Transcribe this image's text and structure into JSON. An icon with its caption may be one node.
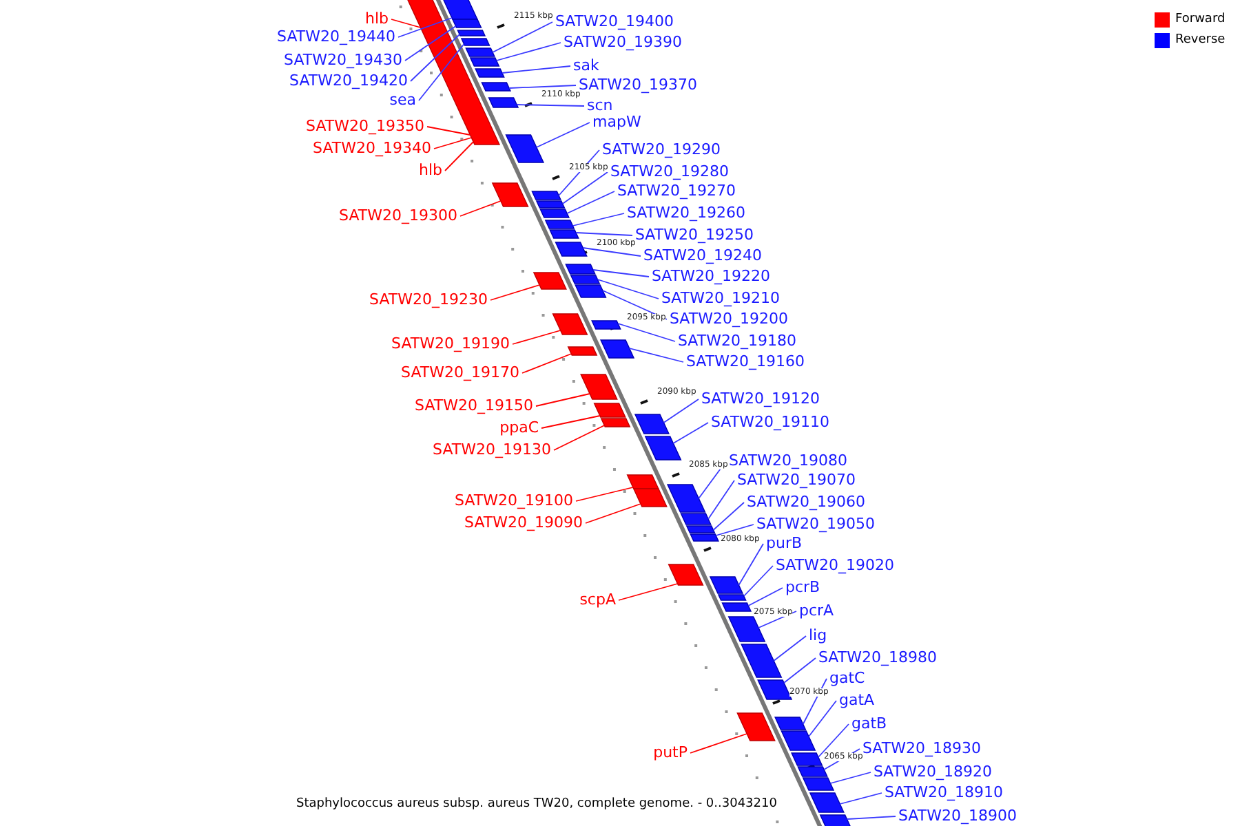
{
  "diagram": {
    "caption": "Staphylococcus aureus subsp. aureus TW20, complete genome. - 0..3043210",
    "nodes": [
      {
        "text": [
          "hlb"
        ]
      },
      {
        "text": [
          "SATW20_19440"
        ]
      },
      {
        "text": [
          "SATW20_19430"
        ]
      },
      {
        "text": [
          "SATW20_19420"
        ]
      },
      {
        "text": [
          "sea"
        ]
      },
      {
        "text": [
          "SATW20_19350"
        ]
      },
      {
        "text": [
          "SATW20_19340"
        ]
      },
      {
        "text": [
          "hlb"
        ]
      },
      {
        "text": [
          "SATW20_19300"
        ]
      },
      {
        "text": [
          "SATW20_19230"
        ]
      },
      {
        "text": [
          "SATW20_19190"
        ]
      },
      {
        "text": [
          "SATW20_19170"
        ]
      },
      {
        "text": [
          "SATW20_19150"
        ]
      },
      {
        "text": [
          "ppaC"
        ]
      },
      {
        "text": [
          "SATW20_19130"
        ]
      },
      {
        "text": [
          "SATW20_19100"
        ]
      },
      {
        "text": [
          "SATW20_19090"
        ]
      },
      {
        "text": [
          "scpA"
        ]
      },
      {
        "text": [
          "putP"
        ]
      },
      {
        "text": [
          "SATW20_19400"
        ]
      },
      {
        "text": [
          "SATW20_19390"
        ]
      },
      {
        "text": [
          "sak"
        ]
      },
      {
        "text": [
          "SATW20_19370"
        ]
      },
      {
        "text": [
          "scn"
        ]
      },
      {
        "text": [
          "mapW"
        ]
      },
      {
        "text": [
          "SATW20_19290"
        ]
      },
      {
        "text": [
          "SATW20_19280"
        ]
      },
      {
        "text": [
          "SATW20_19270"
        ]
      },
      {
        "text": [
          "SATW20_19260"
        ]
      },
      {
        "text": [
          "SATW20_19250"
        ]
      },
      {
        "text": [
          "SATW20_19240"
        ]
      },
      {
        "text": [
          "SATW20_19220"
        ]
      },
      {
        "text": [
          "SATW20_19210"
        ]
      },
      {
        "text": [
          "SATW20_19200"
        ]
      },
      {
        "text": [
          "SATW20_19180"
        ]
      },
      {
        "text": [
          "SATW20_19160"
        ]
      },
      {
        "text": [
          "SATW20_19120"
        ]
      },
      {
        "text": [
          "SATW20_19110"
        ]
      },
      {
        "text": [
          "SATW20_19080"
        ]
      },
      {
        "text": [
          "SATW20_19070"
        ]
      },
      {
        "text": [
          "SATW20_19060"
        ]
      },
      {
        "text": [
          "SATW20_19050"
        ]
      },
      {
        "text": [
          "purB"
        ]
      },
      {
        "text": [
          "SATW20_19020"
        ]
      },
      {
        "text": [
          "pcrB"
        ]
      },
      {
        "text": [
          "pcrA"
        ]
      },
      {
        "text": [
          "lig"
        ]
      },
      {
        "text": [
          "SATW20_18980"
        ]
      },
      {
        "text": [
          "gatC"
        ]
      },
      {
        "text": [
          "gatA"
        ]
      },
      {
        "text": [
          "gatB"
        ]
      },
      {
        "text": [
          "SATW20_18930"
        ]
      },
      {
        "text": [
          "SATW20_18920"
        ]
      },
      {
        "text": [
          "SATW20_18910"
        ]
      },
      {
        "text": [
          "SATW20_18900"
        ]
      },
      {
        "text": [],
        "shape": "box"
      },
      {
        "text": [],
        "shape": "box"
      },
      {
        "text": [],
        "shape": "box"
      },
      {
        "text": [],
        "shape": "box"
      },
      {
        "text": [],
        "shape": "box"
      },
      {
        "text": [],
        "shape": "box"
      },
      {
        "text": [],
        "shape": "box"
      },
      {
        "text": [],
        "shape": "box"
      },
      {
        "text": [],
        "shape": "box"
      },
      {
        "text": [],
        "shape": "box"
      },
      {
        "text": [],
        "shape": "box"
      },
      {
        "text": [],
        "shape": "box"
      },
      {
        "text": [],
        "shape": "box"
      },
      {
        "text": [],
        "shape": "box"
      },
      {
        "text": [],
        "shape": "box"
      },
      {
        "text": [],
        "shape": "box"
      },
      {
        "text": [],
        "shape": "box"
      },
      {
        "text": [],
        "shape": "box"
      },
      {
        "text": [],
        "shape": "box"
      },
      {
        "text": [],
        "shape": "box"
      },
      {
        "text": [],
        "shape": "box"
      },
      {
        "text": [],
        "shape": "box"
      },
      {
        "text": [],
        "shape": "box"
      },
      {
        "text": [],
        "shape": "box"
      },
      {
        "text": [],
        "shape": "box"
      },
      {
        "text": [],
        "shape": "box"
      },
      {
        "text": [],
        "shape": "box"
      },
      {
        "text": [],
        "shape": "box"
      },
      {
        "text": [],
        "shape": "box"
      },
      {
        "text": [],
        "shape": "box"
      },
      {
        "text": [],
        "shape": "box"
      },
      {
        "text": [],
        "shape": "box"
      },
      {
        "text": [],
        "shape": "box"
      },
      {
        "text": [],
        "shape": "box"
      },
      {
        "text": [],
        "shape": "box"
      },
      {
        "text": [],
        "shape": "box"
      },
      {
        "text": [],
        "shape": "box"
      },
      {
        "text": [],
        "shape": "box"
      },
      {
        "text": [],
        "shape": "box"
      },
      {
        "text": [],
        "shape": "box"
      },
      {
        "text": [],
        "shape": "box"
      },
      {
        "text": [],
        "shape": "box"
      },
      {
        "text": [],
        "shape": "box"
      },
      {
        "text": [],
        "shape": "box"
      },
      {
        "text": [],
        "shape": "box"
      },
      {
        "text": [],
        "shape": "box"
      },
      {
        "text": [],
        "shape": "box"
      },
      {
        "text": [],
        "shape": "box"
      },
      {
        "text": [],
        "shape": "box"
      },
      {
        "text": [],
        "shape": "box"
      },
      {
        "text": [],
        "shape": "box"
      },
      {
        "text": [],
        "shape": "box"
      }
    ],
    "edges": [
      {
        "from": 0,
        "to": 91,
        "arrow": "none",
        "color": "#ff0000"
      },
      {
        "from": 1,
        "to": 103,
        "arrow": "none"
      },
      {
        "from": 2,
        "to": 104,
        "arrow": "none"
      },
      {
        "from": 3,
        "to": 105,
        "arrow": "none"
      },
      {
        "from": 4,
        "to": 106,
        "arrow": "none"
      },
      {
        "from": 5,
        "to": 91,
        "arrow": "none",
        "color": "#ff0000"
      },
      {
        "from": 6,
        "to": 91,
        "arrow": "none",
        "color": "#ff0000"
      },
      {
        "from": 7,
        "to": 91,
        "arrow": "none",
        "color": "#ff0000"
      },
      {
        "from": 8,
        "to": 92,
        "arrow": "none",
        "color": "#ff0000"
      },
      {
        "from": 9,
        "to": 93,
        "arrow": "none",
        "color": "#ff0000"
      },
      {
        "from": 10,
        "to": 94,
        "arrow": "none",
        "color": "#ff0000"
      },
      {
        "from": 11,
        "to": 95,
        "arrow": "none",
        "color": "#ff0000"
      },
      {
        "from": 12,
        "to": 96,
        "arrow": "none",
        "color": "#ff0000"
      },
      {
        "from": 13,
        "to": 97,
        "arrow": "none",
        "color": "#ff0000"
      },
      {
        "from": 14,
        "to": 98,
        "arrow": "none",
        "color": "#ff0000"
      },
      {
        "from": 15,
        "to": 99,
        "arrow": "none",
        "color": "#ff0000"
      },
      {
        "from": 16,
        "to": 100,
        "arrow": "none",
        "color": "#ff0000"
      },
      {
        "from": 17,
        "to": 101,
        "arrow": "none",
        "color": "#ff0000"
      },
      {
        "from": 18,
        "to": 102,
        "arrow": "none",
        "color": "#ff0000"
      },
      {
        "from": 19,
        "to": 55,
        "arrow": "none"
      },
      {
        "from": 20,
        "to": 56,
        "arrow": "none"
      },
      {
        "from": 21,
        "to": 57,
        "arrow": "none"
      },
      {
        "from": 22,
        "to": 58,
        "arrow": "none"
      },
      {
        "from": 23,
        "to": 59,
        "arrow": "none"
      },
      {
        "from": 24,
        "to": 60,
        "arrow": "none"
      },
      {
        "from": 25,
        "to": 61,
        "arrow": "none"
      },
      {
        "from": 26,
        "to": 62,
        "arrow": "none"
      },
      {
        "from": 27,
        "to": 63,
        "arrow": "none"
      },
      {
        "from": 28,
        "to": 64,
        "arrow": "none"
      },
      {
        "from": 29,
        "to": 65,
        "arrow": "none"
      },
      {
        "from": 30,
        "to": 66,
        "arrow": "none"
      },
      {
        "from": 31,
        "to": 67,
        "arrow": "none"
      },
      {
        "from": 32,
        "to": 68,
        "arrow": "none"
      },
      {
        "from": 33,
        "to": 69,
        "arrow": "none"
      },
      {
        "from": 34,
        "to": 70,
        "arrow": "none"
      },
      {
        "from": 35,
        "to": 71,
        "arrow": "none"
      },
      {
        "from": 36,
        "to": 72,
        "arrow": "none"
      },
      {
        "from": 37,
        "to": 73,
        "arrow": "none"
      },
      {
        "from": 38,
        "to": 74,
        "arrow": "none"
      },
      {
        "from": 39,
        "to": 75,
        "arrow": "none"
      },
      {
        "from": 40,
        "to": 76,
        "arrow": "none"
      },
      {
        "from": 41,
        "to": 77,
        "arrow": "none"
      },
      {
        "from": 42,
        "to": 78,
        "arrow": "none"
      },
      {
        "from": 43,
        "to": 79,
        "arrow": "none"
      },
      {
        "from": 44,
        "to": 80,
        "arrow": "none"
      },
      {
        "from": 45,
        "to": 81,
        "arrow": "none"
      },
      {
        "from": 46,
        "to": 82,
        "arrow": "none"
      },
      {
        "from": 47,
        "to": 83,
        "arrow": "none"
      },
      {
        "from": 48,
        "to": 84,
        "arrow": "none"
      },
      {
        "from": 49,
        "to": 85,
        "arrow": "none"
      },
      {
        "from": 50,
        "to": 86,
        "arrow": "none"
      },
      {
        "from": 51,
        "to": 87,
        "arrow": "none"
      },
      {
        "from": 52,
        "to": 88,
        "arrow": "none"
      },
      {
        "from": 53,
        "to": 89,
        "arrow": "none"
      },
      {
        "from": 54,
        "to": 90,
        "arrow": "none"
      }
    ],
    "labels": [
      "2115 kbp",
      "2110 kbp",
      "2105 kbp",
      "2100 kbp",
      "2095 kbp",
      "2090 kbp",
      "2085 kbp",
      "2080 kbp",
      "2075 kbp",
      "2070 kbp",
      "2065 kbp"
    ],
    "legend": [
      {
        "text": "Forward",
        "color": "#ff0000"
      },
      {
        "text": "Reverse",
        "color": "#0000ff"
      }
    ]
  }
}
